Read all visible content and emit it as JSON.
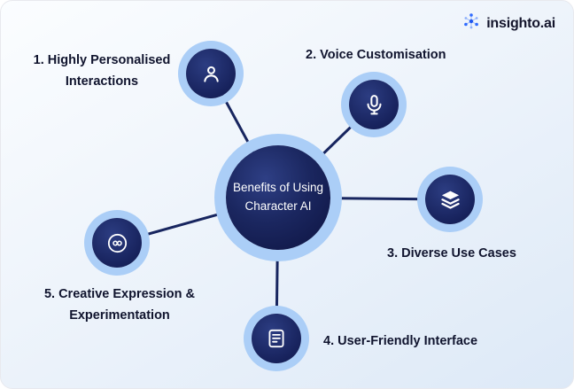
{
  "logo": {
    "text": "insighto.ai",
    "icon": "network-nodes-icon"
  },
  "center": {
    "label": "Benefits of Using Character AI"
  },
  "nodes": [
    {
      "id": 1,
      "label": "1. Highly Personalised Interactions",
      "icon": "user-icon"
    },
    {
      "id": 2,
      "label": "2. Voice Customisation",
      "icon": "microphone-icon"
    },
    {
      "id": 3,
      "label": "3. Diverse Use Cases",
      "icon": "layers-icon"
    },
    {
      "id": 4,
      "label": "4. User-Friendly Interface",
      "icon": "interface-document-icon"
    },
    {
      "id": 5,
      "label": "5. Creative Expression & Experimentation",
      "icon": "creative-cloud-icon"
    }
  ],
  "colors": {
    "background_gradient_start": "#fbfdff",
    "background_gradient_end": "#dde9f7",
    "node_navy": "#17225c",
    "center_navy": "#0d1340",
    "halo_blue": "#abcef7",
    "connector_navy": "#17255f",
    "text_navy": "#10142e",
    "logo_blue": "#2f6bff",
    "icon_white": "#ffffff"
  }
}
